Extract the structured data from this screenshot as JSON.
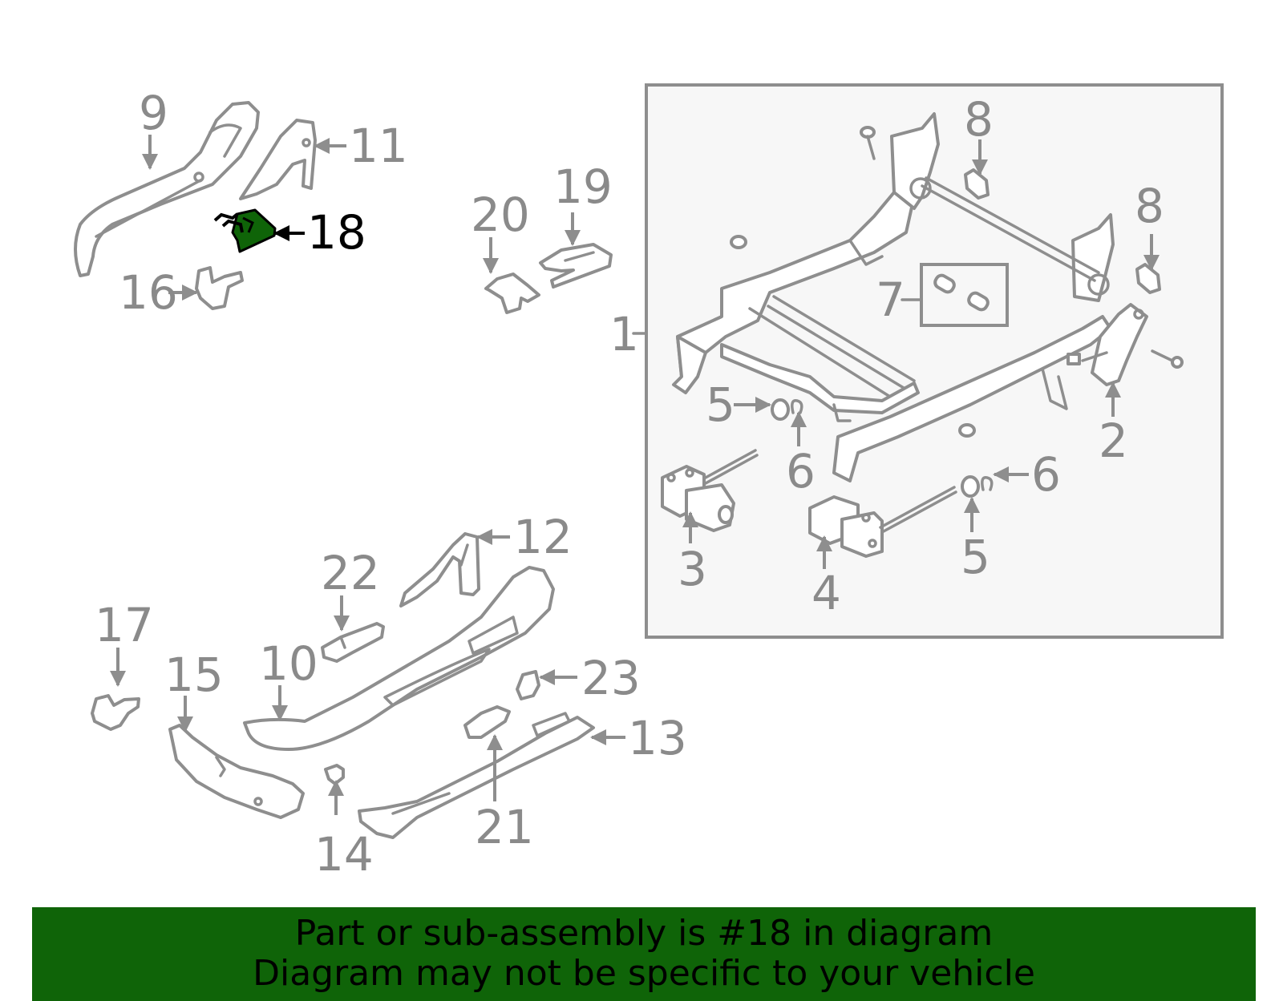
{
  "colors": {
    "banner_background": "#0f6408",
    "highlight_part": "#0f6408",
    "line_art": "#8e8e8e",
    "callout_text": "#8a8a8a",
    "inset_background": "#f7f7f7"
  },
  "diagram": {
    "highlighted_callout": "18",
    "callouts": {
      "c1": "1",
      "c2": "2",
      "c3": "3",
      "c4": "4",
      "c5a": "5",
      "c5b": "5",
      "c6a": "6",
      "c6b": "6",
      "c7": "7",
      "c8a": "8",
      "c8b": "8",
      "c9": "9",
      "c10": "10",
      "c11": "11",
      "c12": "12",
      "c13": "13",
      "c14": "14",
      "c15": "15",
      "c16": "16",
      "c17": "17",
      "c18": "18",
      "c19": "19",
      "c20": "20",
      "c21": "21",
      "c22": "22",
      "c23": "23"
    }
  },
  "banner": {
    "line1": "Part or sub-assembly is #18 in diagram",
    "line2": "Diagram may not be specific to your vehicle"
  }
}
